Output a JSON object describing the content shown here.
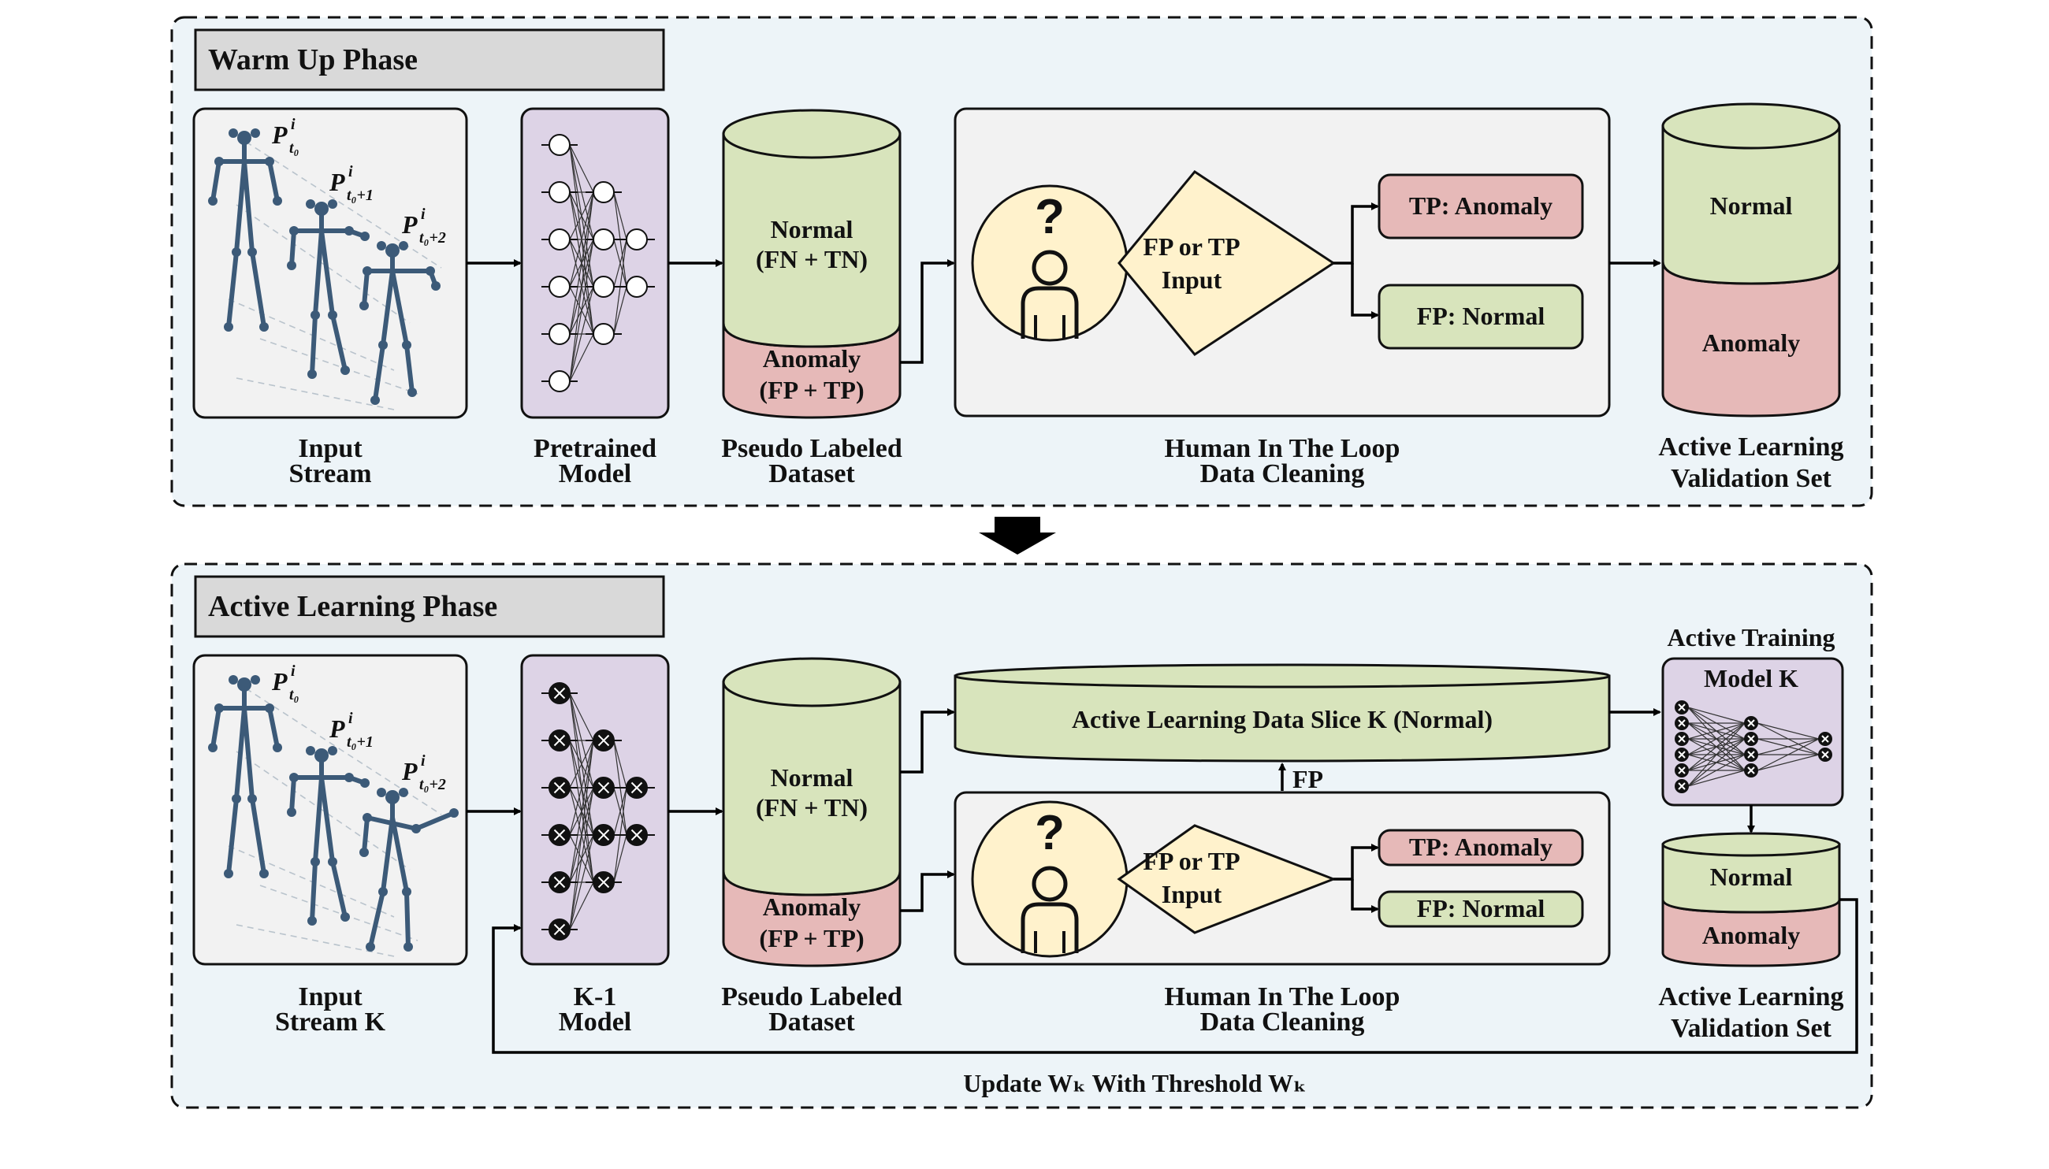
{
  "colors": {
    "phase_bg": "#edf4f8",
    "label_bg": "#d9d9d9",
    "box_bg": "#f2f2f2",
    "model_bg": "#ddd3e6",
    "normal_green": "#d8e4bc",
    "anomaly_red": "#e6b9b8",
    "decision_yellow": "#fff2cc",
    "skeleton": "#3c5a78"
  },
  "warmup": {
    "title": "Warm Up Phase",
    "input_label": [
      "Input",
      "Stream"
    ],
    "model_label": [
      "Pretrained",
      "Model"
    ],
    "dataset_label": [
      "Pseudo Labeled",
      "Dataset"
    ],
    "dataset_normal": [
      "Normal",
      "(FN + TN)"
    ],
    "dataset_anomaly": [
      "Anomaly",
      "(FP + TP)"
    ],
    "hitl_label": [
      "Human In The Loop",
      "Data Cleaning"
    ],
    "decision": [
      "FP or TP",
      "Input"
    ],
    "tp_box": "TP: Anomaly",
    "fp_box": "FP: Normal",
    "val_label": [
      "Active Learning",
      "Validation Set"
    ],
    "val_normal": "Normal",
    "val_anomaly": "Anomaly",
    "pose_symbols": [
      "P",
      "P",
      "P"
    ],
    "pose_subs": [
      "t₀",
      "t₀+1",
      "t₀+2"
    ],
    "pose_sup": "i"
  },
  "active": {
    "title": "Active Learning Phase",
    "input_label": [
      "Input",
      "Stream K"
    ],
    "model_label": [
      "K-1",
      "Model"
    ],
    "dataset_label": [
      "Pseudo Labeled",
      "Dataset"
    ],
    "dataset_normal": [
      "Normal",
      "(FN + TN)"
    ],
    "dataset_anomaly": [
      "Anomaly",
      "(FP + TP)"
    ],
    "slice_label": "Active Learning Data Slice K (Normal)",
    "fp_arrow": "FP",
    "hitl_label": [
      "Human In The Loop",
      "Data Cleaning"
    ],
    "decision": [
      "FP or TP",
      "Input"
    ],
    "tp_box": "TP: Anomaly",
    "fp_box": "FP: Normal",
    "training_title": "Active Training",
    "training_model": "Model K",
    "val_label": [
      "Active Learning",
      "Validation Set"
    ],
    "val_normal": "Normal",
    "val_anomaly": "Anomaly",
    "update_text": "Update Wₖ With Threshold Wₖ"
  },
  "human_symbol": "?"
}
